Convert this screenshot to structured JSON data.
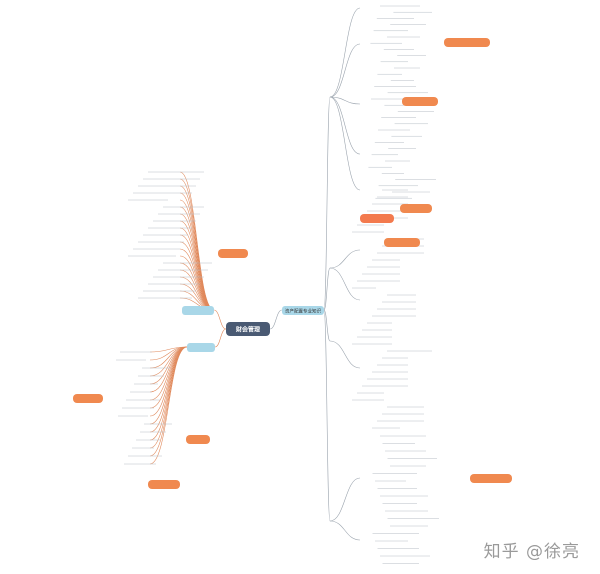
{
  "root": {
    "label": "财会管理",
    "color": "#4a5a73"
  },
  "colors": {
    "line": "#9aa3ad",
    "left_line": "#e0885a",
    "tag_orange": "#f0894f",
    "tag_orange_alt": "#f37a4e",
    "branch_blue": "#a9d7e8",
    "highlight_yellow": "#fff6b0"
  },
  "branches": {
    "right_main": {
      "label": "资产配置专业知识"
    },
    "left_a": {
      "label": ""
    },
    "left_b": {
      "label": ""
    }
  },
  "tags": [
    {
      "id": "t1",
      "label": ""
    },
    {
      "id": "t2",
      "label": ""
    },
    {
      "id": "t3",
      "label": ""
    },
    {
      "id": "t4",
      "label": ""
    },
    {
      "id": "t5",
      "label": ""
    },
    {
      "id": "t6",
      "label": ""
    },
    {
      "id": "t7",
      "label": ""
    },
    {
      "id": "t8",
      "label": ""
    },
    {
      "id": "t9",
      "label": ""
    },
    {
      "id": "t10",
      "label": ""
    }
  ],
  "watermark": "知乎 @徐亮"
}
